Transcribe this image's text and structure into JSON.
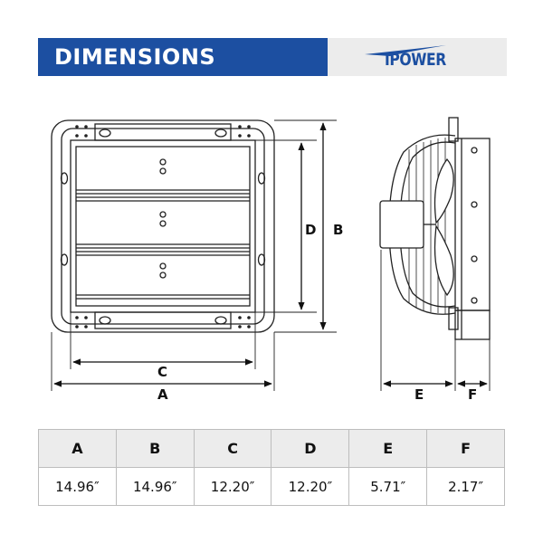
{
  "header": {
    "title": "DIMENSIONS",
    "brand": "IPOWER",
    "brand_color": "#1c4fa1"
  },
  "diagram": {
    "front_labels": {
      "a": "A",
      "b": "B",
      "c": "C",
      "d": "D"
    },
    "side_labels": {
      "e": "E",
      "f": "F"
    }
  },
  "table": {
    "headers": [
      "A",
      "B",
      "C",
      "D",
      "E",
      "F"
    ],
    "values": [
      "14.96″",
      "14.96″",
      "12.20″",
      "12.20″",
      "5.71″",
      "2.17″"
    ]
  }
}
